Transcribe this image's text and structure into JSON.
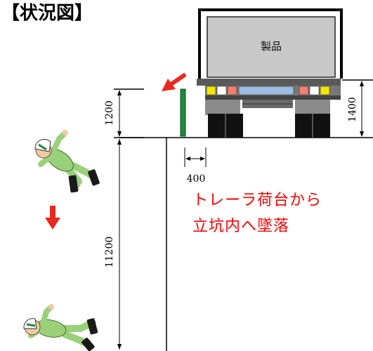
{
  "title": "【状況図】",
  "cargo_label": "製品",
  "dimensions": {
    "fence_height": "1200",
    "shaft_depth": "11200",
    "fence_offset": "400",
    "bed_height": "1400"
  },
  "caption": {
    "line1": "トレーラ荷台から",
    "line2": "立坑内へ墜落"
  },
  "colors": {
    "arrow": "#e8281e",
    "caption": "#ff0000",
    "guard_post": "#1e8a3c",
    "cargo": "#c8c8c8",
    "worker_suit": "#9ad07a"
  }
}
